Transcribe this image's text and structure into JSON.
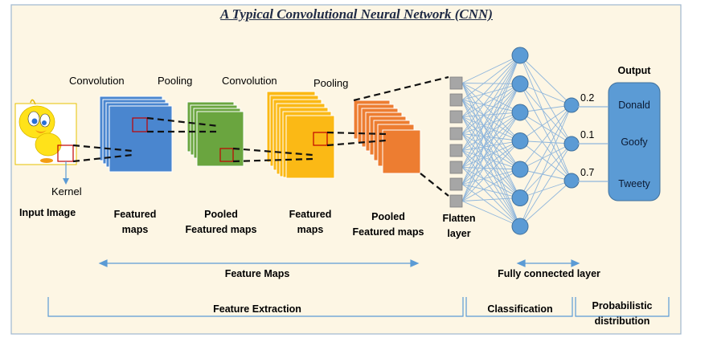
{
  "title": "A Typical Convolutional Neural Network (CNN)",
  "stage_labels": {
    "conv1": "Convolution",
    "pool1": "Pooling",
    "conv2": "Convolution",
    "pool2": "Pooling",
    "kernel": "Kernel"
  },
  "bottom_labels": {
    "input": "Input Image",
    "featured1_line1": "Featured",
    "featured1_line2": "maps",
    "pooled1_line1": "Pooled",
    "pooled1_line2": "Featured maps",
    "featured2_line1": "Featured",
    "featured2_line2": "maps",
    "pooled2_line1": "Pooled",
    "pooled2_line2": "Featured maps",
    "flatten_line1": "Flatten",
    "flatten_line2": "layer"
  },
  "spans": {
    "feature_maps": "Feature Maps",
    "fully_connected": "Fully connected layer",
    "feature_extraction": "Feature Extraction",
    "classification": "Classification",
    "probabilistic_line1": "Probabilistic",
    "probabilistic_line2": "distribution"
  },
  "output": {
    "heading": "Output",
    "classes": [
      {
        "label": "Donald",
        "prob": "0.2"
      },
      {
        "label": "Goofy",
        "prob": "0.1"
      },
      {
        "label": "Tweety",
        "prob": "0.7"
      }
    ]
  },
  "colors": {
    "background": "#fdf6e4",
    "frame_border": "#9fb7cf",
    "conv1_maps": "#4a86cf",
    "pool1_maps": "#6aa53f",
    "conv2_maps": "#fbb915",
    "pool2_maps": "#ed7d31",
    "flatten_cells": "#a6a6a6",
    "neurons": "#5b9bd5",
    "connections": "#8fb6dc",
    "output_box": "#5b9bd5",
    "arrow": "#5b9bd5"
  },
  "network": {
    "flatten_cells": 8,
    "hidden_neurons": 7,
    "output_neurons": 3
  }
}
